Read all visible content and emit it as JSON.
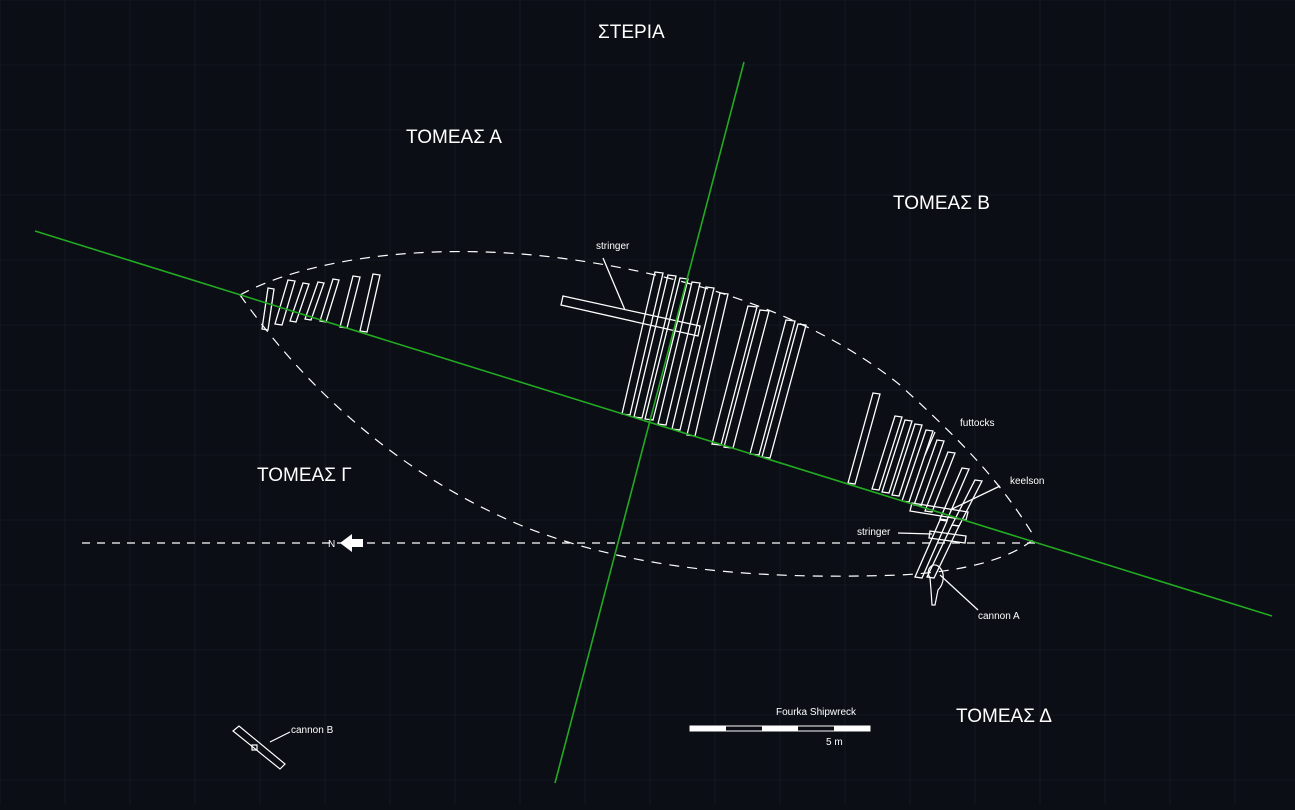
{
  "sectors": {
    "north_land": "ΣΤΕΡΙΑ",
    "a": "ΤΟΜΕΑΣ Α",
    "b": "ΤΟΜΕΑΣ Β",
    "c": "ΤΟΜΕΑΣ Γ",
    "d": "ΤΟΜΕΑΣ Δ"
  },
  "labels": {
    "stringer_top": "stringer",
    "futtocks": "futtocks",
    "keelson": "keelson",
    "stringer_bottom": "stringer",
    "cannon_a": "cannon A",
    "cannon_b": "cannon B"
  },
  "north_arrow": {
    "letter": "N"
  },
  "scale_bar": {
    "title": "Fourka Shipwreck",
    "length_label": "5 m"
  },
  "colors": {
    "background": "#0b0e14",
    "grid": "#1a2230",
    "axis": "#22aa22",
    "drawing": "#ffffff"
  }
}
